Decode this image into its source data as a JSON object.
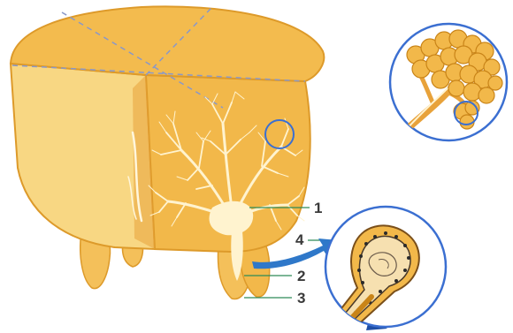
{
  "figure": {
    "colors": {
      "tissue": "#f2b84a",
      "tissue_dark": "#dd9a2a",
      "side_light": "#f8d783",
      "duct": "#fff3cf",
      "circle_outline": "#3b6fd1",
      "arrow": "#2f78c9",
      "leader": "#2e8b57",
      "label_text": "#3a3a3a"
    },
    "labels": [
      {
        "id": "1",
        "text": "1"
      },
      {
        "id": "2",
        "text": "2"
      },
      {
        "id": "3",
        "text": "3"
      },
      {
        "id": "4",
        "text": "4"
      }
    ]
  }
}
